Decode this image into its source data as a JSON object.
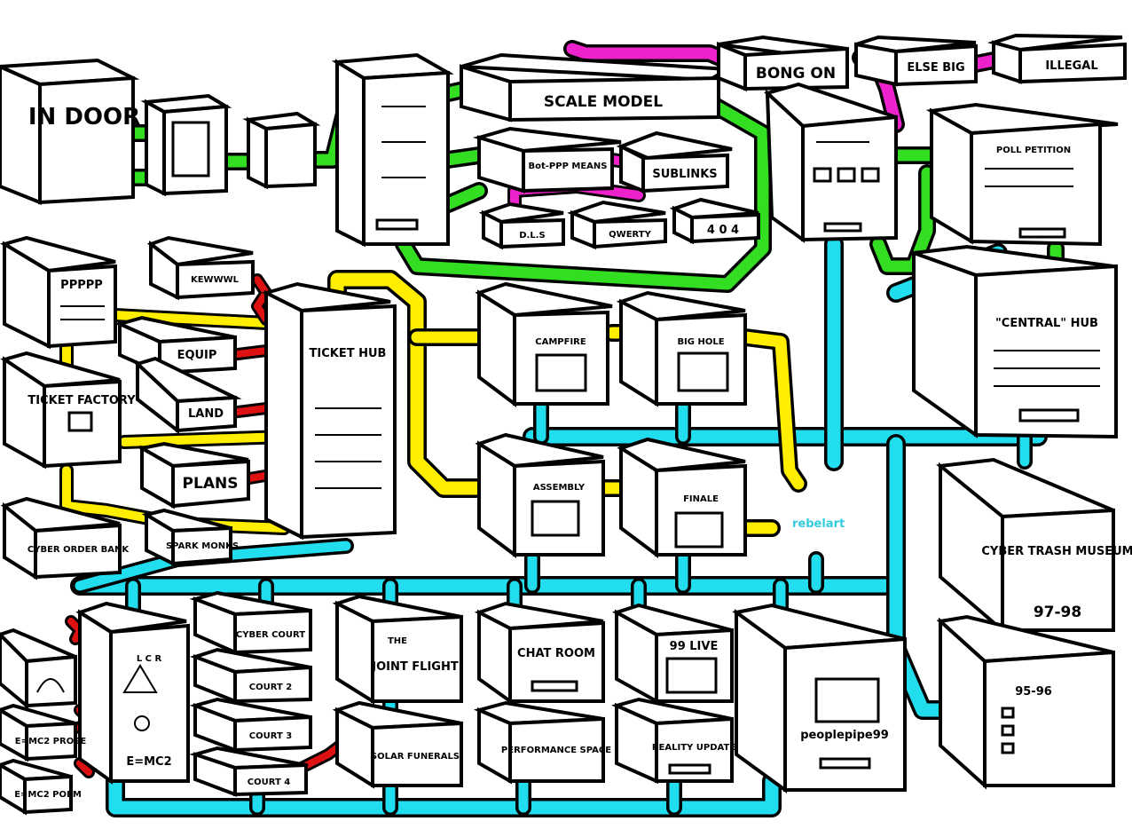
{
  "colors": {
    "green": "#33dd22",
    "yellow": "#ffee00",
    "cyan": "#22ddee",
    "magenta": "#ee22cc",
    "red": "#dd1111"
  },
  "labels": {
    "in_door": "IN DOOR",
    "scale_model": "SCALE MODEL",
    "bong_on": "BONG ON",
    "else_big": "ELSE BIG",
    "illegal": "ILLEGAL",
    "bot_ppp_means": "Bot-PPP MEANS",
    "sublinks": "SUBLINKS",
    "dls": "D.L.S",
    "qwerty": "QWERTY",
    "four_o_four": "4 0 4",
    "poll_petition": "POLL PETITION",
    "central_hub": "\"CENTRAL\" HUB",
    "ppppp": "PPPPP",
    "kewwwl": "KEWWWL",
    "equip": "EQUIP",
    "land": "LAND",
    "plans": "PLANS",
    "ticket_hub": "TICKET HUB",
    "ticket_factory": "TICKET FACTORY",
    "spark_monks": "SPARK MONKS",
    "cyber_order_bank": "CYBER ORDER BANK",
    "campfire": "CAMPFIRE",
    "big_hole": "BIG HOLE",
    "assembly": "ASSEMBLY",
    "finale": "FINALE",
    "rebelart": "rebelart",
    "cyber_trash_museum": "CYBER TRASH MUSEUM",
    "years_97_98": "97-98",
    "cyber_court": "CYBER COURT",
    "court_2": "COURT 2",
    "court_3": "COURT 3",
    "court_4": "COURT 4",
    "joint_flight": "JOINT FLIGHT",
    "joint_the": "THE",
    "solar_funerals": "SOLAR FUNERALS",
    "chat_room": "CHAT ROOM",
    "performance_space": "PERFORMANCE SPACE",
    "live_99": "99 LIVE",
    "reality_update": "REALITY UPDATE",
    "peoplepipe99": "peoplepipe99",
    "years_95_96": "95-96",
    "emc2_prose": "E=MC2 PROSE",
    "emc2_poem": "E=MC2 POEM",
    "emc2": "E=MC2",
    "lcr": "L C R"
  }
}
